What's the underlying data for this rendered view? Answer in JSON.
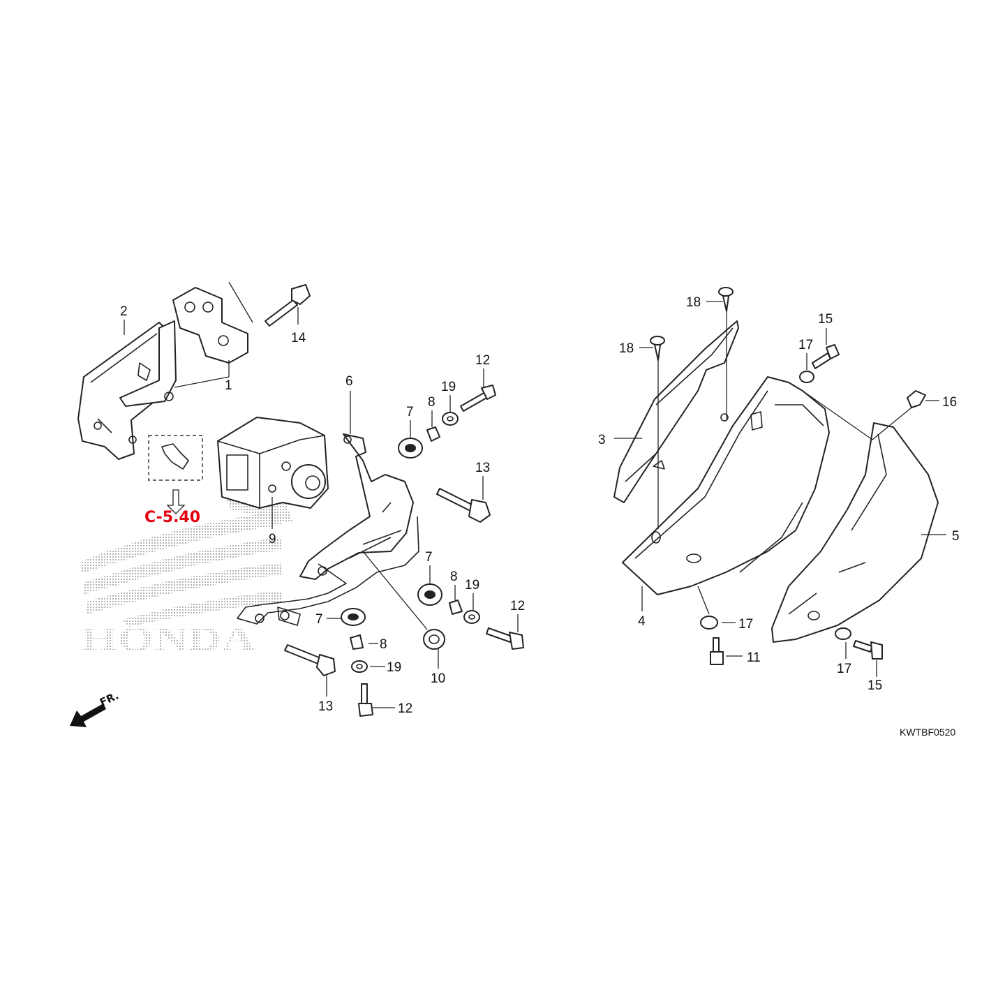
{
  "labels": {
    "p1": "1",
    "p2": "2",
    "p3": "3",
    "p4": "4",
    "p5": "5",
    "p6": "6",
    "p7a": "7",
    "p7b": "7",
    "p7c": "7",
    "p8a": "8",
    "p8b": "8",
    "p8c": "8",
    "p9": "9",
    "p10": "10",
    "p11": "11",
    "p12a": "12",
    "p12b": "12",
    "p12c": "12",
    "p13a": "13",
    "p13b": "13",
    "p14": "14",
    "p15a": "15",
    "p15b": "15",
    "p16": "16",
    "p17a": "17",
    "p17b": "17",
    "p17c": "17",
    "p18a": "18",
    "p18b": "18",
    "p19a": "19",
    "p19b": "19",
    "p19c": "19"
  },
  "reference": "C-5.40",
  "diagram_code": "KWTBF0520",
  "front_marker": "FR.",
  "watermark": "HONDA",
  "colors": {
    "reference": "#e3000f",
    "line": "#222222",
    "watermark_dots": "#9a9a9a"
  }
}
